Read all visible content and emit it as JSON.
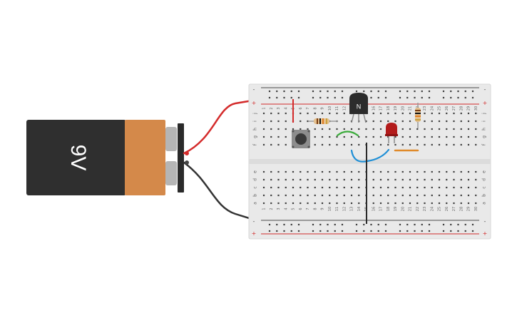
{
  "battery": {
    "label": "9V",
    "colors": {
      "body": "#2f2f2f",
      "cap": "#d4894a",
      "terminal": "#b5b5b5",
      "clip": "#2a2a2a"
    }
  },
  "breadboard": {
    "rail_signs": {
      "top_minus": "-",
      "top_plus": "+",
      "bottom_minus": "-",
      "bottom_plus": "+"
    },
    "row_letters_top": [
      "j",
      "i",
      "h",
      "g",
      "f"
    ],
    "row_letters_bottom": [
      "e",
      "d",
      "c",
      "b",
      "a"
    ],
    "column_numbers": [
      "1",
      "2",
      "3",
      "4",
      "5",
      "6",
      "7",
      "8",
      "9",
      "10",
      "11",
      "12",
      "13",
      "14",
      "15",
      "16",
      "17",
      "18",
      "19",
      "20",
      "21",
      "22",
      "23",
      "24",
      "25",
      "26",
      "27",
      "28",
      "29",
      "30"
    ],
    "colors": {
      "board": "#e9e9e9",
      "hole": "#3e3e3e",
      "red_line": "#d12b2b",
      "dark_line": "#4a4a4a"
    }
  },
  "transistor": {
    "label": "N",
    "color": "#2c2c2c"
  },
  "led": {
    "color": "#b31b1b"
  },
  "pushbutton": {
    "color": "#3a3a3a"
  },
  "wires": {
    "battery_positive": "#d42b2b",
    "battery_negative": "#333333",
    "green_jumper": "#3aab3a",
    "blue_jumper": "#1f8fd6",
    "black_jumper": "#2a2a2a",
    "red_jumper": "#d42b2b"
  },
  "resistor": {
    "body": "#e4c08e",
    "bands": [
      "#7a3d12",
      "#111111",
      "#e07b1f",
      "#c9a13c"
    ]
  }
}
